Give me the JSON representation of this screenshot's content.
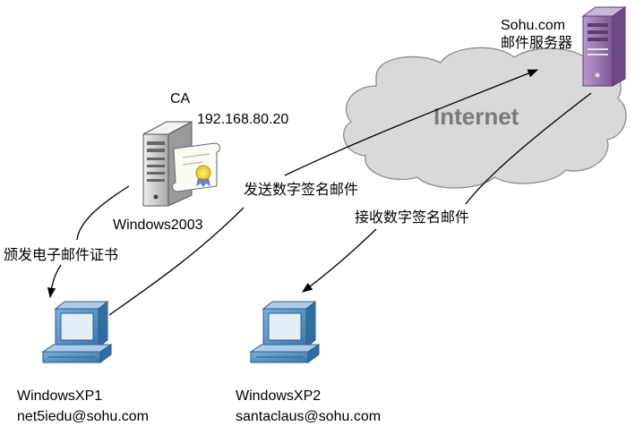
{
  "colors": {
    "cloud_fill": "#d9d9d9",
    "cloud_stroke": "#8c8c8c",
    "cloud_text": "#7a7a7a",
    "server_purple": "#8e6aa6",
    "workstation_blue": "#4e8bbf",
    "ca_gray": "#d0d0d0"
  },
  "cloud": {
    "label": "Internet"
  },
  "mail_server": {
    "icon": "tower-server-icon",
    "name": "Sohu.com",
    "role": "邮件服务器"
  },
  "ca_server": {
    "icon": "certificate-server-icon",
    "name": "CA",
    "ip": "192.168.80.20",
    "os": "Windows2003"
  },
  "clients": [
    {
      "icon": "workstation-icon",
      "name": "WindowsXP1",
      "email": "net5iedu@sohu.com"
    },
    {
      "icon": "workstation-icon",
      "name": "WindowsXP2",
      "email": "santaclaus@sohu.com"
    }
  ],
  "edges": {
    "issue_cert": "颁发电子邮件证书",
    "send_signed": "发送数字签名邮件",
    "receive_signed": "接收数字签名邮件"
  }
}
